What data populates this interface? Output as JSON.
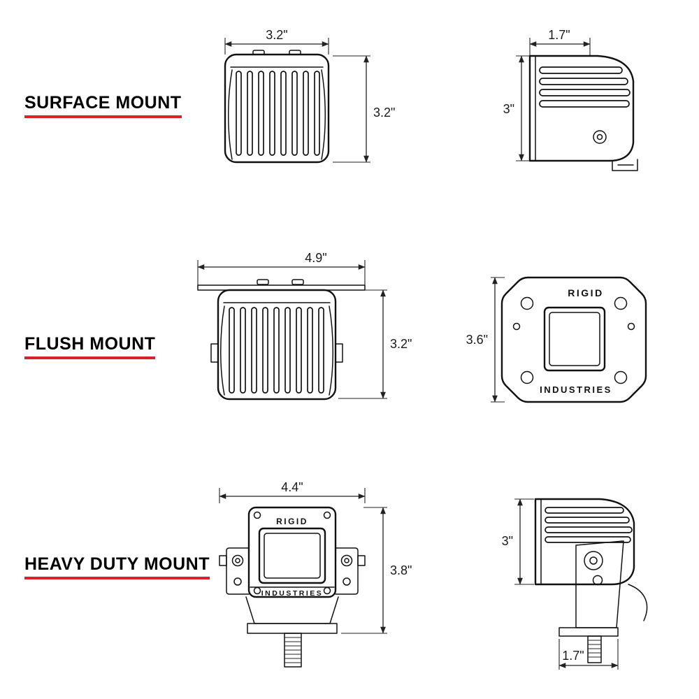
{
  "background_color": "#ffffff",
  "line_color": "#111111",
  "accent_color": "#d9232a",
  "brand": {
    "name_top": "RIGID",
    "name_bottom": "INDUSTRIES"
  },
  "rows": [
    {
      "label": "SURFACE MOUNT",
      "views": [
        {
          "name": "rear-view",
          "width_dim": "3.2\"",
          "height_dim": "3.2\""
        },
        {
          "name": "side-view",
          "width_dim": "1.7\"",
          "height_dim": "3\""
        }
      ]
    },
    {
      "label": "FLUSH MOUNT",
      "views": [
        {
          "name": "rear-view-with-flange",
          "width_dim": "4.9\"",
          "height_dim": "3.2\""
        },
        {
          "name": "front-view",
          "height_dim": "3.6\""
        }
      ]
    },
    {
      "label": "HEAVY DUTY MOUNT",
      "views": [
        {
          "name": "front-view-with-bracket",
          "width_dim": "4.4\"",
          "height_dim": "3.8\""
        },
        {
          "name": "side-view-with-bracket",
          "height_dim": "3\"",
          "base_width_dim": "1.7\""
        }
      ]
    }
  ]
}
